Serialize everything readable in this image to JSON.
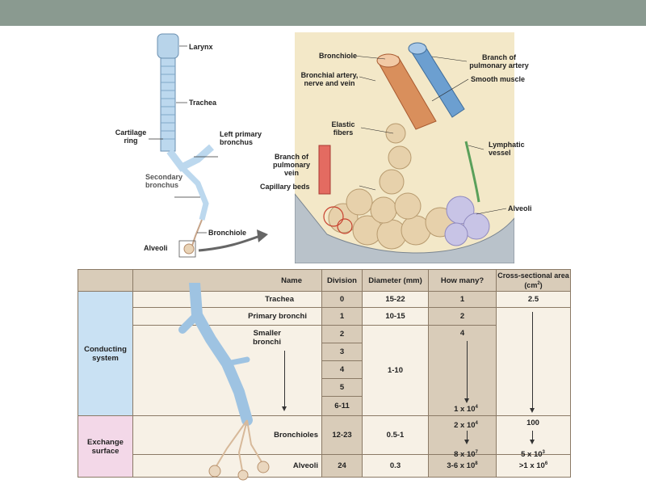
{
  "left_labels": {
    "larynx": "Larynx",
    "trachea": "Trachea",
    "cartilage_ring": "Cartilage\nring",
    "left_primary_bronchus": "Left primary\nbronchus",
    "secondary_bronchus": "Secondary\nbronchus",
    "bronchiole": "Bronchiole",
    "alveoli": "Alveoli"
  },
  "detail_labels": {
    "bronchiole": "Bronchiole",
    "bronchial_artery": "Bronchial artery,\nnerve and vein",
    "branch_pulmonary_artery": "Branch of\npulmonary artery",
    "smooth_muscle": "Smooth muscle",
    "elastic_fibers": "Elastic\nfibers",
    "lymphatic_vessel": "Lymphatic\nvessel",
    "branch_pulmonary_vein": "Branch of\npulmonary\nvein",
    "capillary_beds": "Capillary beds",
    "alveoli": "Alveoli"
  },
  "table": {
    "headers": [
      "Name",
      "Division",
      "Diameter (mm)",
      "How many?",
      "Cross-sectional area (cm²)"
    ],
    "categories": {
      "conducting": "Conducting\nsystem",
      "exchange": "Exchange\nsurface"
    },
    "names": {
      "trachea": "Trachea",
      "primary": "Primary bronchi",
      "smaller": "Smaller\nbronchi",
      "bronchioles": "Bronchioles",
      "alveoli": "Alveoli"
    },
    "divisions": [
      "0",
      "1",
      "2",
      "3",
      "4",
      "5",
      "6-11",
      "12-23",
      "24"
    ],
    "diameters": {
      "trachea": "15-22",
      "primary": "10-15",
      "smaller": "1-10",
      "bronchioles": "0.5-1",
      "alveoli": "0.3"
    },
    "how_many": {
      "trachea": "1",
      "primary": "2",
      "smaller_top": "4",
      "smaller_bottom": "1 x 10",
      "smaller_bottom_exp": "4",
      "bronch_top": "2 x 10",
      "bronch_top_exp": "4",
      "bronch_bottom": "8 x 10",
      "bronch_bottom_exp": "7",
      "alveoli": "3-6 x 10",
      "alveoli_exp": "8"
    },
    "area": {
      "trachea": "2.5",
      "bronch_top": "100",
      "bronch_bottom": "5 x 10",
      "bronch_bottom_exp": "3",
      "alveoli": ">1 x 10",
      "alveoli_exp": "6"
    }
  }
}
